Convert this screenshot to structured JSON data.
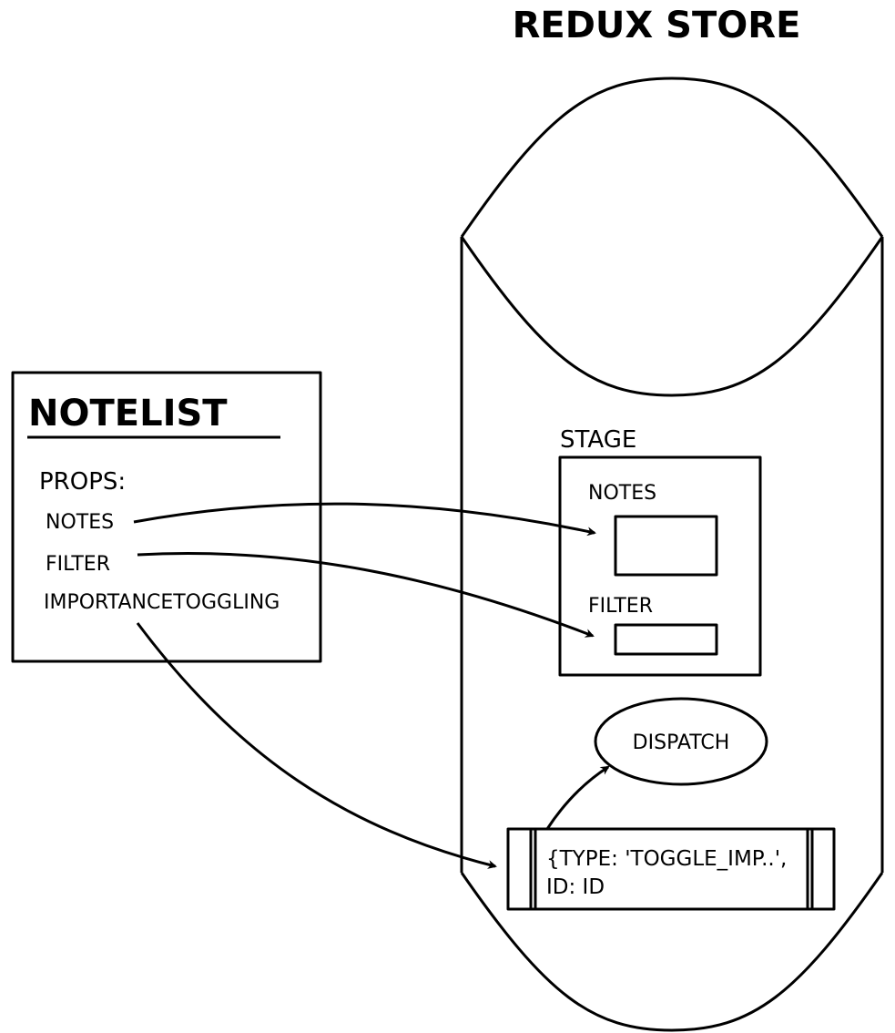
{
  "store": {
    "title": "REDUX STORE",
    "state_label": "STAGE",
    "notes_label": "NOTES",
    "filter_label": "FILTER",
    "dispatch_label": "DISPATCH",
    "action_line1": "{TYPE: 'TOGGLE_IMP..',",
    "action_line2": "ID: ID"
  },
  "notelist": {
    "title": "NOTELIST",
    "props_label": "PROPS:",
    "props": [
      "NOTES",
      "FILTER",
      "IMPORTANCETOGGLING"
    ]
  },
  "colors": {
    "stroke": "#000000",
    "background": "#ffffff"
  }
}
